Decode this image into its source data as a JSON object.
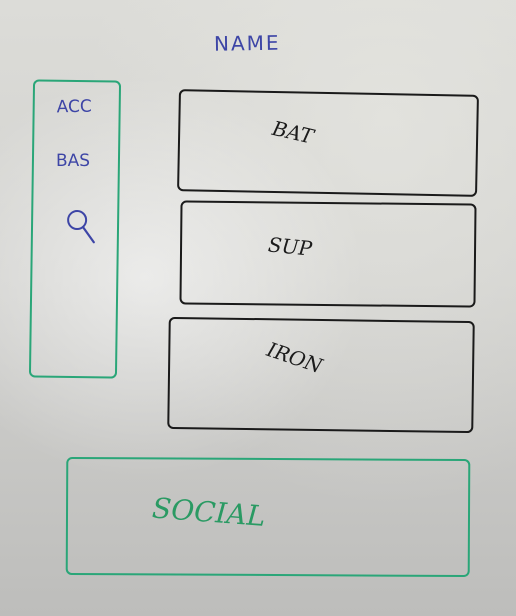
{
  "header": {
    "title": "NAME"
  },
  "sidebar": {
    "items": [
      {
        "label": "ACC"
      },
      {
        "label": "BAS"
      }
    ],
    "search_icon": "search-icon"
  },
  "cards": [
    {
      "label": "BAT"
    },
    {
      "label": "SUP"
    },
    {
      "label": "IRON"
    }
  ],
  "social": {
    "label": "SOCIAL"
  },
  "colors": {
    "ink_blue": "#3d45a6",
    "ink_green": "#2aa678",
    "ink_black": "#1a1a1a"
  }
}
